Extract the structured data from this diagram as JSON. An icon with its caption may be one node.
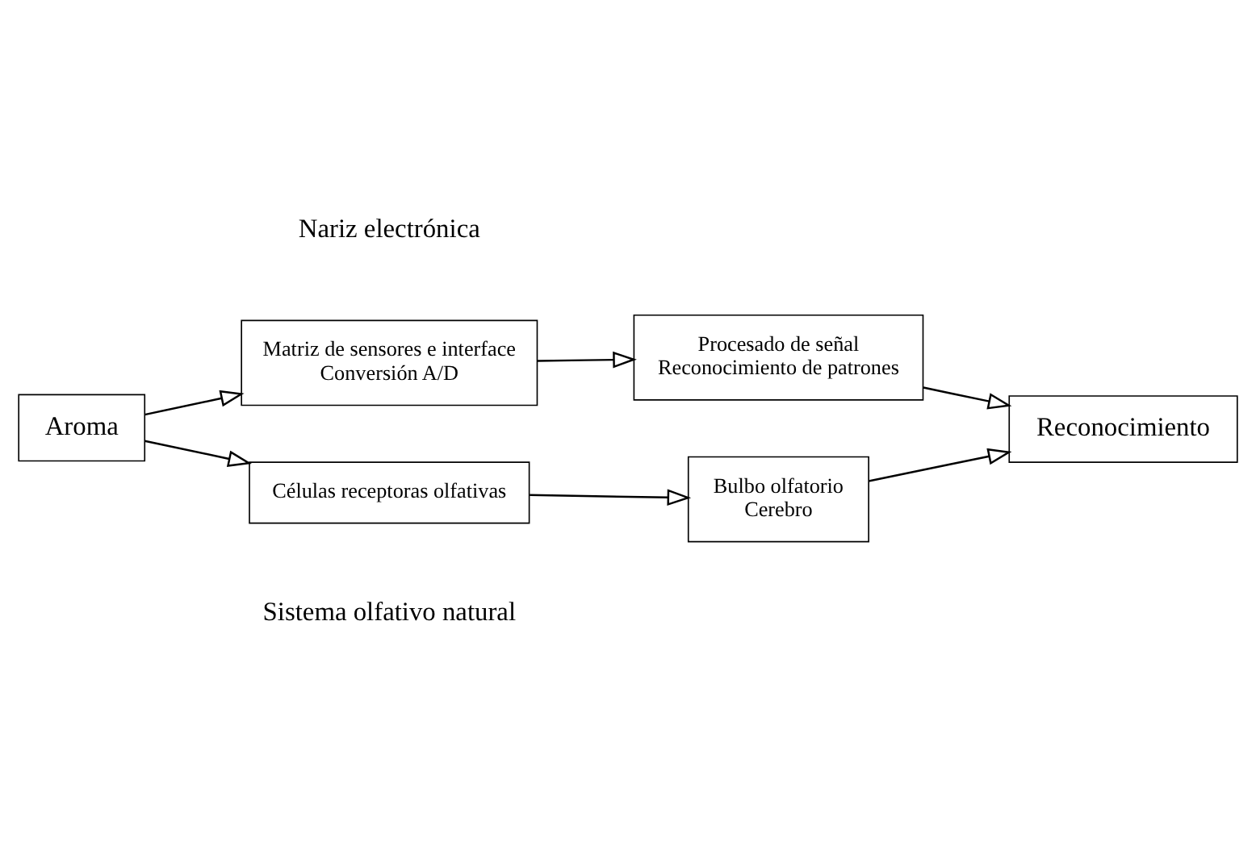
{
  "diagram": {
    "nodes": [
      {
        "text": [
          "Aroma"
        ]
      },
      {
        "text": [
          "Matriz de sensores e interface",
          "Conversión A/D"
        ]
      },
      {
        "text": [
          "Procesado de señal",
          "Reconocimiento de patrones"
        ]
      },
      {
        "text": [
          "Células receptoras olfativas"
        ]
      },
      {
        "text": [
          "Bulbo olfatorio",
          "Cerebro"
        ]
      },
      {
        "text": [
          "Reconocimiento"
        ]
      }
    ],
    "edges": [
      {
        "from": 0,
        "to": 1,
        "arrow": "to"
      },
      {
        "from": 0,
        "to": 3,
        "arrow": "to"
      },
      {
        "from": 1,
        "to": 2,
        "arrow": "to"
      },
      {
        "from": 3,
        "to": 4,
        "arrow": "to"
      },
      {
        "from": 2,
        "to": 5,
        "arrow": "to"
      },
      {
        "from": 4,
        "to": 5,
        "arrow": "to"
      }
    ],
    "labels": [
      "Nariz electrónica",
      "Sistema olfativo natural"
    ]
  }
}
